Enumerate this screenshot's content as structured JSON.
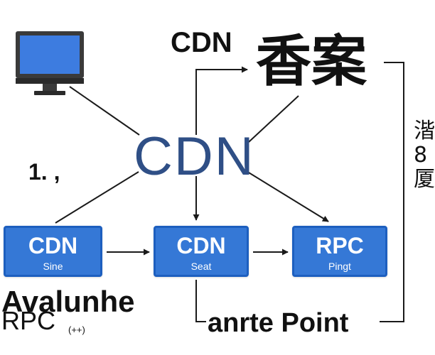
{
  "labels": {
    "cdn_top": "CDN",
    "cjk_big": "香案",
    "cdn_hub": "CDN",
    "step": "1. ,",
    "avalunhe": "Avalunhe",
    "rpc_caption": "RPC",
    "rpc_note": "(++)",
    "bottom": "anrte Point",
    "side_chars": [
      "湝",
      "8",
      "厦"
    ]
  },
  "nodes": [
    {
      "title": "CDN",
      "subtitle": "Sine"
    },
    {
      "title": "CDN",
      "subtitle": "Seat"
    },
    {
      "title": "RPC",
      "subtitle": "Pingt"
    }
  ],
  "icons": {
    "computer": "desktop-monitor-icon"
  },
  "colors": {
    "node_fill": "#3578d6",
    "node_border": "#1d5fbf",
    "hub_text": "#2f4f86",
    "monitor_screen": "#3d7ce0",
    "line": "#1a1a1a"
  }
}
